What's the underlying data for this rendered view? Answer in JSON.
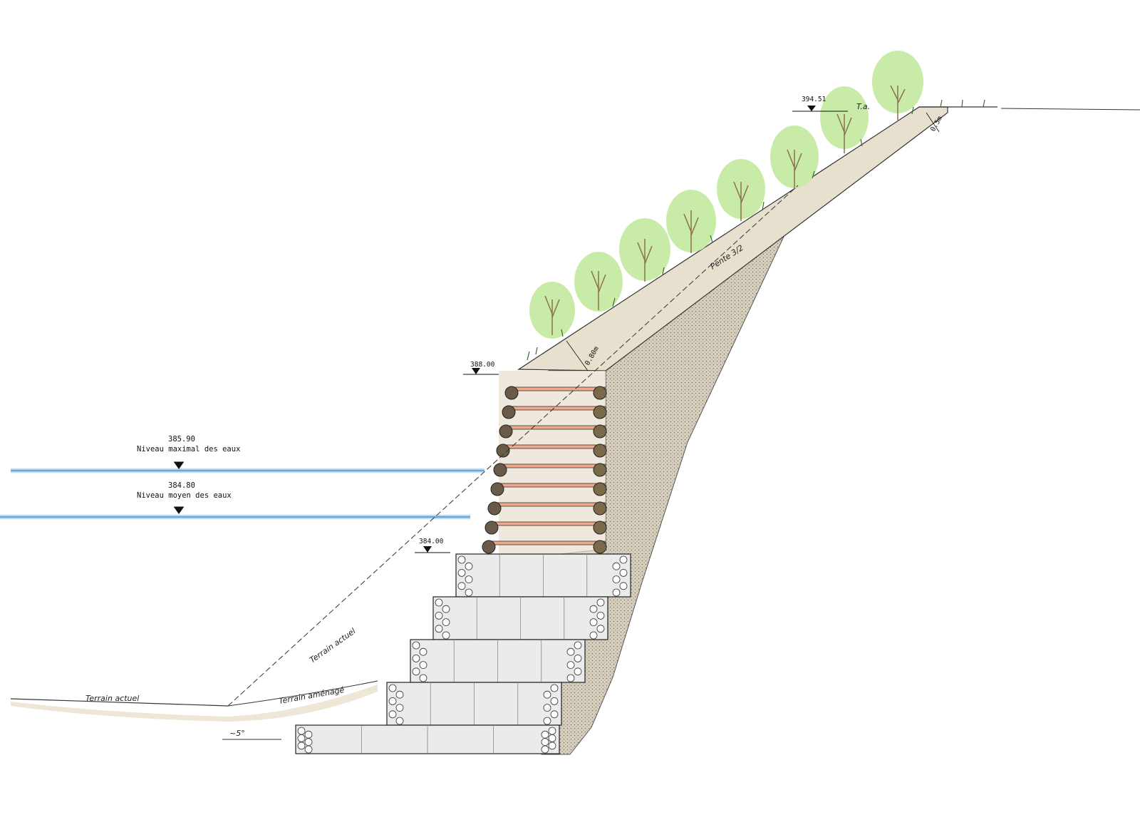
{
  "levels": {
    "top_crest": "394.51",
    "crib_top": "388.00",
    "max_water": "385.90",
    "max_water_label": "Niveau maximal des eaux",
    "mean_water": "384.80",
    "mean_water_label": "Niveau moyen des eaux",
    "gabion_top": "384.00"
  },
  "annotations": {
    "ta": "T.a.",
    "slope": "Pente 3/2",
    "thickness_topsoil": "0.80m",
    "thickness_crest": "0.5m",
    "existing_terrain_left": "Terrain actuel",
    "existing_terrain_diag": "Terrain actuel",
    "landscaped_terrain": "Terrain aménagé",
    "angle": "~5°"
  },
  "colors": {
    "water": "#6fb2e0",
    "topsoil": "#e8e0cf",
    "fill": "#cfc5b2",
    "gabion": "#ebebeb",
    "foliage": "#c8eca8",
    "log": "#6a5a48",
    "plank": "#f0a88a"
  }
}
